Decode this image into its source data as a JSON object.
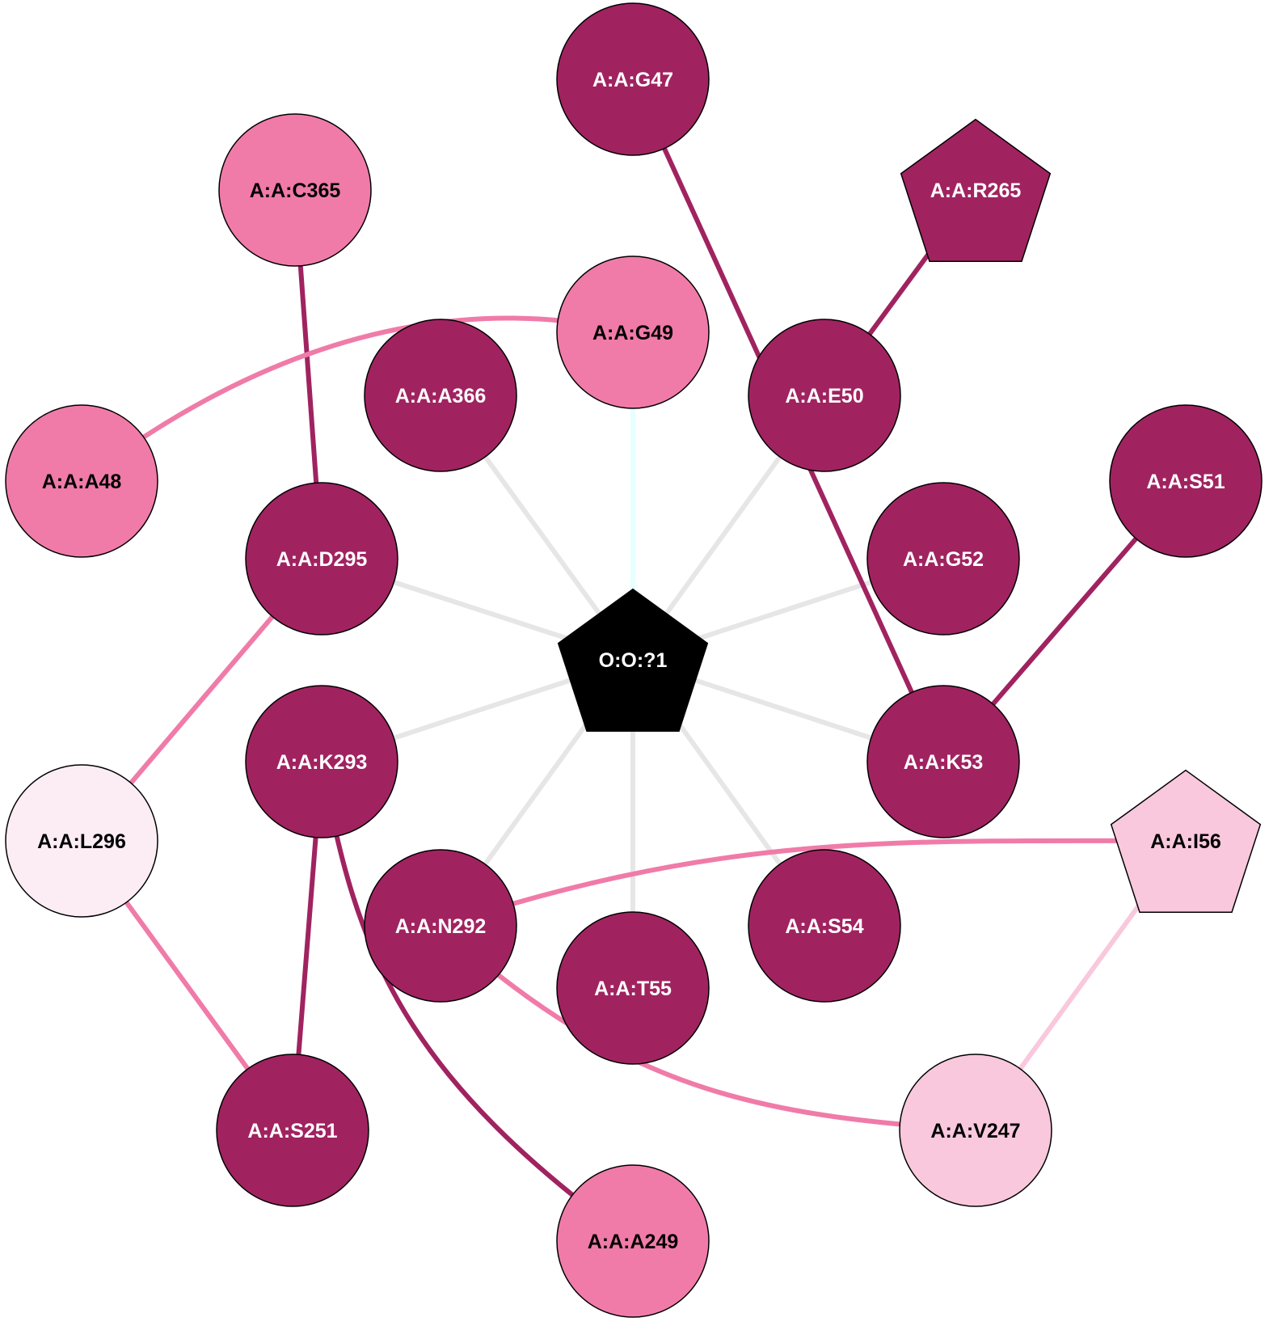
{
  "colors": {
    "dark": "#a02360",
    "medium": "#f07ba8",
    "light": "#f9c8dd",
    "pale": "#fcedf4",
    "center": "#000000",
    "gray_edge": "#e6e6e6",
    "cyan_edge": "#e6ffff",
    "outline": "#000000"
  },
  "nodes": [
    {
      "id": "O:O:?1",
      "label": "O:O:?1",
      "shape": "pentagon",
      "fill": "center",
      "text_color": "#ffffff"
    },
    {
      "id": "A:A:G47",
      "label": "A:A:G47",
      "shape": "circle",
      "fill": "dark",
      "text_color": "#ffffff"
    },
    {
      "id": "A:A:C365",
      "label": "A:A:C365",
      "shape": "circle",
      "fill": "medium",
      "text_color": "#000000"
    },
    {
      "id": "A:A:R265",
      "label": "A:A:R265",
      "shape": "pentagon",
      "fill": "dark",
      "text_color": "#ffffff"
    },
    {
      "id": "A:A:G49",
      "label": "A:A:G49",
      "shape": "circle",
      "fill": "medium",
      "text_color": "#000000"
    },
    {
      "id": "A:A:A366",
      "label": "A:A:A366",
      "shape": "circle",
      "fill": "dark",
      "text_color": "#ffffff"
    },
    {
      "id": "A:A:E50",
      "label": "A:A:E50",
      "shape": "circle",
      "fill": "dark",
      "text_color": "#ffffff"
    },
    {
      "id": "A:A:A48",
      "label": "A:A:A48",
      "shape": "circle",
      "fill": "medium",
      "text_color": "#000000"
    },
    {
      "id": "A:A:S51",
      "label": "A:A:S51",
      "shape": "circle",
      "fill": "dark",
      "text_color": "#ffffff"
    },
    {
      "id": "A:A:D295",
      "label": "A:A:D295",
      "shape": "circle",
      "fill": "dark",
      "text_color": "#ffffff"
    },
    {
      "id": "A:A:G52",
      "label": "A:A:G52",
      "shape": "circle",
      "fill": "dark",
      "text_color": "#ffffff"
    },
    {
      "id": "A:A:K293",
      "label": "A:A:K293",
      "shape": "circle",
      "fill": "dark",
      "text_color": "#ffffff"
    },
    {
      "id": "A:A:K53",
      "label": "A:A:K53",
      "shape": "circle",
      "fill": "dark",
      "text_color": "#ffffff"
    },
    {
      "id": "A:A:L296",
      "label": "A:A:L296",
      "shape": "circle",
      "fill": "pale",
      "text_color": "#000000"
    },
    {
      "id": "A:A:I56",
      "label": "A:A:I56",
      "shape": "pentagon",
      "fill": "light",
      "text_color": "#000000"
    },
    {
      "id": "A:A:N292",
      "label": "A:A:N292",
      "shape": "circle",
      "fill": "dark",
      "text_color": "#ffffff"
    },
    {
      "id": "A:A:S54",
      "label": "A:A:S54",
      "shape": "circle",
      "fill": "dark",
      "text_color": "#ffffff"
    },
    {
      "id": "A:A:T55",
      "label": "A:A:T55",
      "shape": "circle",
      "fill": "dark",
      "text_color": "#ffffff"
    },
    {
      "id": "A:A:S251",
      "label": "A:A:S251",
      "shape": "circle",
      "fill": "dark",
      "text_color": "#ffffff"
    },
    {
      "id": "A:A:V247",
      "label": "A:A:V247",
      "shape": "circle",
      "fill": "light",
      "text_color": "#000000"
    },
    {
      "id": "A:A:A249",
      "label": "A:A:A249",
      "shape": "circle",
      "fill": "medium",
      "text_color": "#000000"
    }
  ],
  "edges": [
    {
      "source": "O:O:?1",
      "target": "A:A:G49",
      "color": "cyan_edge",
      "curved": false
    },
    {
      "source": "O:O:?1",
      "target": "A:A:A366",
      "color": "gray_edge",
      "curved": false
    },
    {
      "source": "O:O:?1",
      "target": "A:A:E50",
      "color": "gray_edge",
      "curved": false
    },
    {
      "source": "O:O:?1",
      "target": "A:A:D295",
      "color": "gray_edge",
      "curved": false
    },
    {
      "source": "O:O:?1",
      "target": "A:A:G52",
      "color": "gray_edge",
      "curved": false
    },
    {
      "source": "O:O:?1",
      "target": "A:A:K293",
      "color": "gray_edge",
      "curved": false
    },
    {
      "source": "O:O:?1",
      "target": "A:A:K53",
      "color": "gray_edge",
      "curved": false
    },
    {
      "source": "O:O:?1",
      "target": "A:A:N292",
      "color": "gray_edge",
      "curved": false
    },
    {
      "source": "O:O:?1",
      "target": "A:A:S54",
      "color": "gray_edge",
      "curved": false
    },
    {
      "source": "O:O:?1",
      "target": "A:A:T55",
      "color": "gray_edge",
      "curved": false
    },
    {
      "source": "A:A:G47",
      "target": "A:A:K53",
      "color": "dark",
      "curved": false
    },
    {
      "source": "A:A:R265",
      "target": "A:A:E50",
      "color": "dark",
      "curved": false
    },
    {
      "source": "A:A:C365",
      "target": "A:A:D295",
      "color": "dark",
      "curved": false
    },
    {
      "source": "A:A:G49",
      "target": "A:A:A48",
      "color": "medium",
      "curved": true
    },
    {
      "source": "A:A:S51",
      "target": "A:A:K53",
      "color": "dark",
      "curved": false
    },
    {
      "source": "A:A:D295",
      "target": "A:A:L296",
      "color": "medium",
      "curved": false
    },
    {
      "source": "A:A:L296",
      "target": "A:A:S251",
      "color": "medium",
      "curved": false
    },
    {
      "source": "A:A:K293",
      "target": "A:A:S251",
      "color": "dark",
      "curved": false
    },
    {
      "source": "A:A:K293",
      "target": "A:A:A249",
      "color": "dark",
      "curved": true
    },
    {
      "source": "A:A:I56",
      "target": "A:A:N292",
      "color": "medium",
      "curved": true
    },
    {
      "source": "A:A:I56",
      "target": "A:A:V247",
      "color": "light",
      "curved": false
    },
    {
      "source": "A:A:N292",
      "target": "A:A:V247",
      "color": "medium",
      "curved": true
    }
  ]
}
